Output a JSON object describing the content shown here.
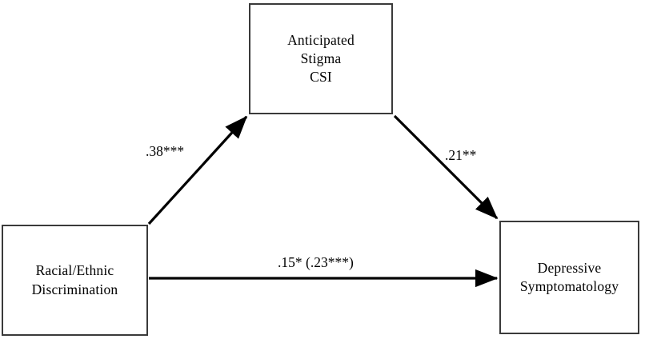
{
  "figure": {
    "type": "mediation-path-diagram",
    "background_color": "#ffffff",
    "line_color": "#000000",
    "box_border_color": "#3a3a3a",
    "text_color": "#000000"
  },
  "nodes": {
    "predictor": {
      "label": "Racial/Ethnic\nDiscrimination",
      "role": "independent-variable"
    },
    "mediator": {
      "label": "Anticipated\nStigma\nCSI",
      "role": "mediator-variable"
    },
    "outcome": {
      "label": "Depressive\nSymptomatology",
      "role": "dependent-variable"
    }
  },
  "paths": {
    "a_path": {
      "label": ".38***",
      "from": "predictor",
      "to": "mediator",
      "coefficient": 0.38,
      "significance": "***"
    },
    "b_path": {
      "label": ".21**",
      "from": "mediator",
      "to": "outcome",
      "coefficient": 0.21,
      "significance": "**"
    },
    "c_path": {
      "label": ".15* (.23***)",
      "from": "predictor",
      "to": "outcome",
      "direct_effect": 0.15,
      "direct_significance": "*",
      "total_effect": 0.23,
      "total_significance": "***"
    }
  }
}
